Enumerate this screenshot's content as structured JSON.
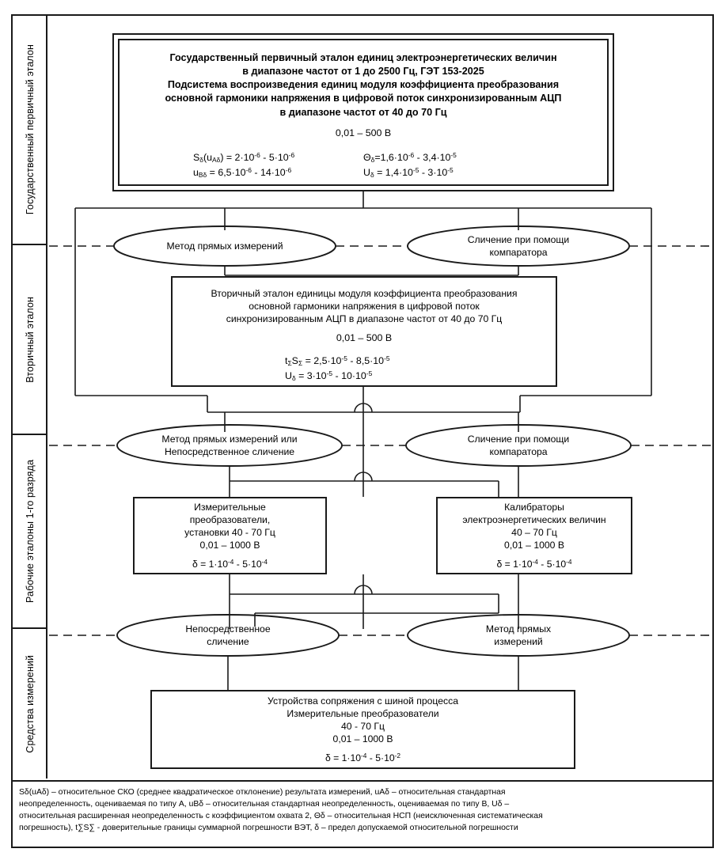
{
  "rail": {
    "items": [
      {
        "label": "Государственный первичный эталон"
      },
      {
        "label": "Вторичный эталон"
      },
      {
        "label": "Рабочие эталоны 1-го разряда"
      },
      {
        "label": "Средства измерений"
      }
    ]
  },
  "primary": {
    "title_line1": "Государственный первичный эталон единиц электроэнергетических величин",
    "title_line2": "в диапазоне частот от 1 до 2500 Гц, ГЭТ 153-2025",
    "title_line3": "Подсистема воспроизведения единиц модуля коэффициента преобразования",
    "title_line4": "основной гармоники напряжения в цифровой поток синхронизированным АЦП",
    "title_line5": "в диапазоне частот от 40 до 70 Гц",
    "range": "0,01 – 500 В",
    "f1": "S",
    "f1_sub": "δ",
    "f1_mid": "(u",
    "f1_sub2": "Aδ",
    "f1_tail": ") = 2·10",
    "f1_exp": "-6",
    "f1_tail2": " - 5·10",
    "f1_exp2": "-6",
    "f2": "u",
    "f2_sub": "Bδ",
    "f2_tail": " = 6,5·10",
    "f2_exp": "-6",
    "f2_tail2": " - 14·10",
    "f2_exp2": "-6",
    "f3": "Θ",
    "f3_sub": "δ",
    "f3_tail": "=1,6·10",
    "f3_exp": "-6",
    "f3_tail2": " - 3,4·10",
    "f3_exp2": "-5",
    "f4": "U",
    "f4_sub": "δ",
    "f4_tail": " = 1,4·10",
    "f4_exp": "-5",
    "f4_tail2": " - 3·10",
    "f4_exp2": "-5"
  },
  "secondary": {
    "title_line1": "Вторичный эталон единицы модуля коэффициента преобразования",
    "title_line2": "основной гармоники напряжения в цифровой поток",
    "title_line3": "синхронизированным АЦП в диапазоне частот от 40 до 70 Гц",
    "range": "0,01 – 500 В",
    "f1": "t",
    "f1_sub": "Σ",
    "f1_mid": "S",
    "f1_sub2": "Σ",
    "f1_tail": " = 2,5·10",
    "f1_exp": "-5",
    "f1_tail2": " - 8,5·10",
    "f1_exp2": "-5",
    "f2": "U",
    "f2_sub": "δ",
    "f2_tail": "  = 3·10",
    "f2_exp": "-5",
    "f2_tail2": " - 10·10",
    "f2_exp2": "-5"
  },
  "working_left": {
    "line1": "Измерительные",
    "line2": "преобразователи,",
    "line3": "установки 40 - 70 Гц",
    "line4": "0,01 – 1000 В",
    "f_head": "δ = 1·10",
    "f_exp": "-4",
    "f_tail": " - 5·10",
    "f_exp2": "-4"
  },
  "working_right": {
    "line1": "Калибраторы",
    "line2": "электроэнергетических величин",
    "line3": "40 – 70 Гц",
    "line4": "0,01 – 1000 В",
    "f_head": "δ = 1·10",
    "f_exp": "-4",
    "f_tail": " - 5·10",
    "f_exp2": "-4"
  },
  "measuring": {
    "line1": "Устройства сопряжения с шиной процесса",
    "line2": "Измерительные преобразователи",
    "line3": "40 - 70 Гц",
    "line4": "0,01 – 1000 В",
    "f_head": "δ = 1·10",
    "f_exp": "-4",
    "f_tail": " - 5·10",
    "f_exp2": "-2"
  },
  "methods": {
    "r1_left_l1": "Метод прямых измерений",
    "r1_left_l2": "",
    "r1_right_l1": "Сличение при помощи",
    "r1_right_l2": "компаратора",
    "r2_left_l1": "Метод прямых измерений или",
    "r2_left_l2": "Непосредственное сличение",
    "r2_right_l1": "Сличение при помощи",
    "r2_right_l2": "компаратора",
    "r3_left_l1": "Непосредственное",
    "r3_left_l2": "сличение",
    "r3_right_l1": "Метод прямых",
    "r3_right_l2": "измерений"
  },
  "footnote": {
    "line1": "Sδ(uAδ) – относительное СКО (среднее квадратическое отклонение) результата измерений, uAδ – относительная стандартная",
    "line2": "неопределенность, оцениваемая по типу A, uBδ – относительная стандартная неопределенность, оцениваемая по типу B, Uδ –",
    "line3": "относительная расширенная неопределенность с коэффициентом охвата 2, Θδ – относительная НСП (неисключенная систематическая",
    "line4": "погрешность), t∑S∑ - доверительные границы суммарной погрешности ВЭТ, δ – предел допускаемой относительной погрешности"
  },
  "colors": {
    "line": "#1a1a1a",
    "background": "#ffffff"
  }
}
